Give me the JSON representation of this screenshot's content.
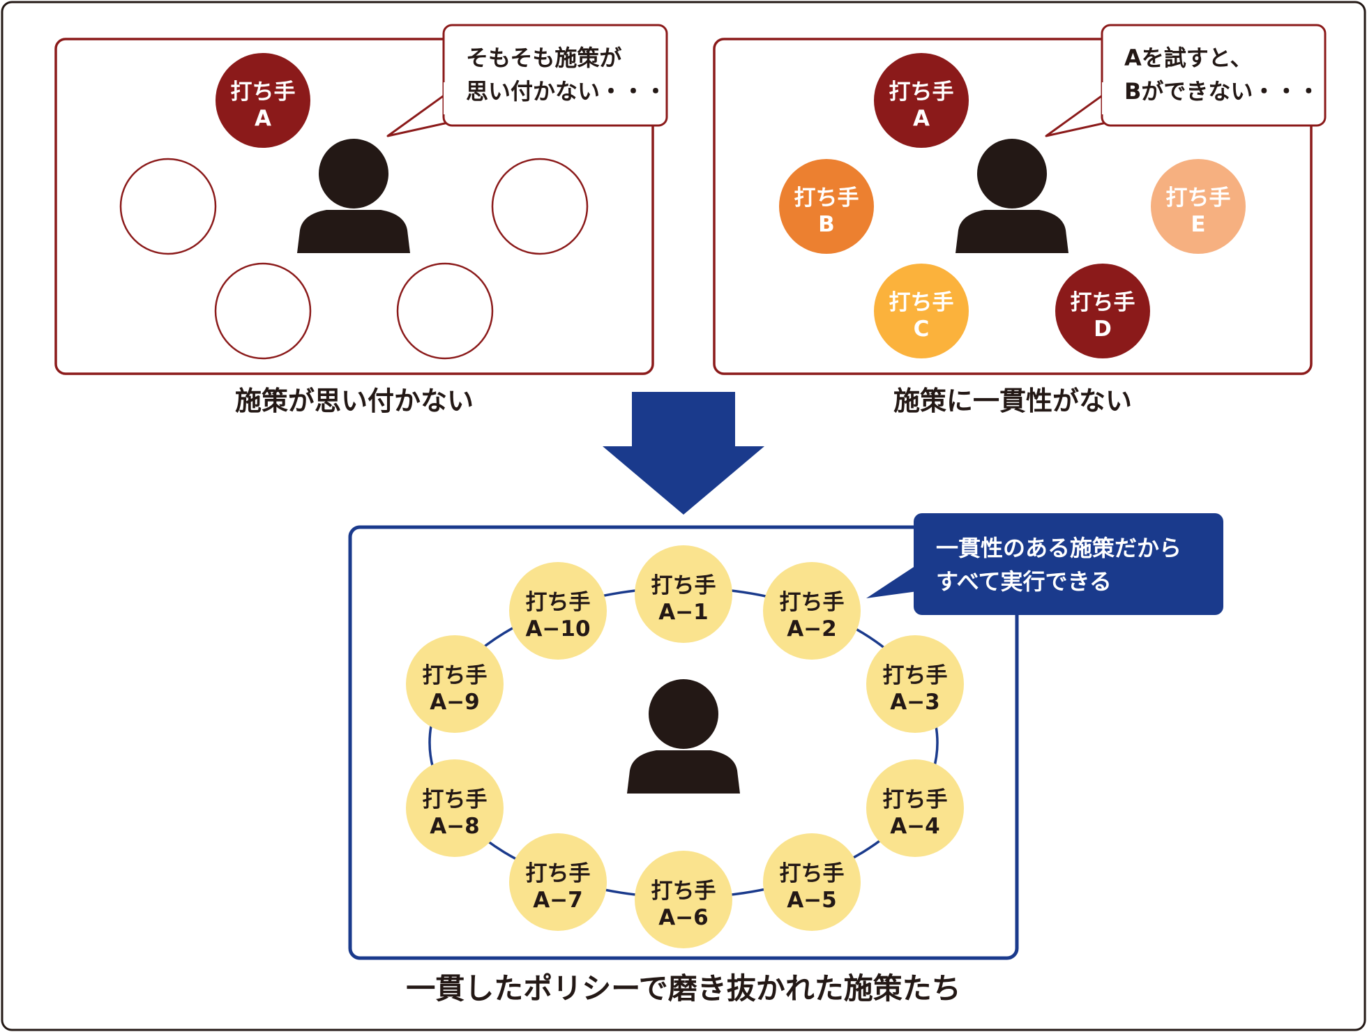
{
  "colors": {
    "panel_red": "#8b1a1a",
    "panel_blue": "#1a3a8c",
    "dark_red": "#8b1a1a",
    "orange": "#ec8030",
    "amber": "#fbb23c",
    "salmon": "#f6b080",
    "pale_yellow": "#fae38e",
    "person": "#231815",
    "arrow": "#1a3a8c"
  },
  "panel_left": {
    "caption": "施策が思い付かない",
    "bubble": [
      "そもそも施策が",
      "思い付かない・・・"
    ],
    "filled_node": {
      "label": [
        "打ち手",
        "A"
      ],
      "color": "#8b1a1a"
    },
    "empty_node_count": 4
  },
  "panel_right": {
    "caption": "施策に一貫性がない",
    "bubble": [
      "Aを試すと、",
      "Bができない・・・"
    ],
    "nodes": [
      {
        "id": "a",
        "label": [
          "打ち手",
          "A"
        ],
        "color": "#8b1a1a"
      },
      {
        "id": "b",
        "label": [
          "打ち手",
          "B"
        ],
        "color": "#ec8030"
      },
      {
        "id": "c",
        "label": [
          "打ち手",
          "C"
        ],
        "color": "#fbb23c"
      },
      {
        "id": "d",
        "label": [
          "打ち手",
          "D"
        ],
        "color": "#8b1a1a"
      },
      {
        "id": "e",
        "label": [
          "打ち手",
          "E"
        ],
        "color": "#f6b080"
      }
    ]
  },
  "panel_bottom": {
    "caption": "一貫したポリシーで磨き抜かれた施策たち",
    "bubble": [
      "一貫性のある施策だから",
      "すべて実行できる"
    ],
    "nodes": [
      {
        "id": "a1",
        "label": [
          "打ち手",
          "A−1"
        ]
      },
      {
        "id": "a2",
        "label": [
          "打ち手",
          "A−2"
        ]
      },
      {
        "id": "a3",
        "label": [
          "打ち手",
          "A−3"
        ]
      },
      {
        "id": "a4",
        "label": [
          "打ち手",
          "A−4"
        ]
      },
      {
        "id": "a5",
        "label": [
          "打ち手",
          "A−5"
        ]
      },
      {
        "id": "a6",
        "label": [
          "打ち手",
          "A−6"
        ]
      },
      {
        "id": "a7",
        "label": [
          "打ち手",
          "A−7"
        ]
      },
      {
        "id": "a8",
        "label": [
          "打ち手",
          "A−8"
        ]
      },
      {
        "id": "a9",
        "label": [
          "打ち手",
          "A−9"
        ]
      },
      {
        "id": "a10",
        "label": [
          "打ち手",
          "A−10"
        ]
      }
    ]
  }
}
